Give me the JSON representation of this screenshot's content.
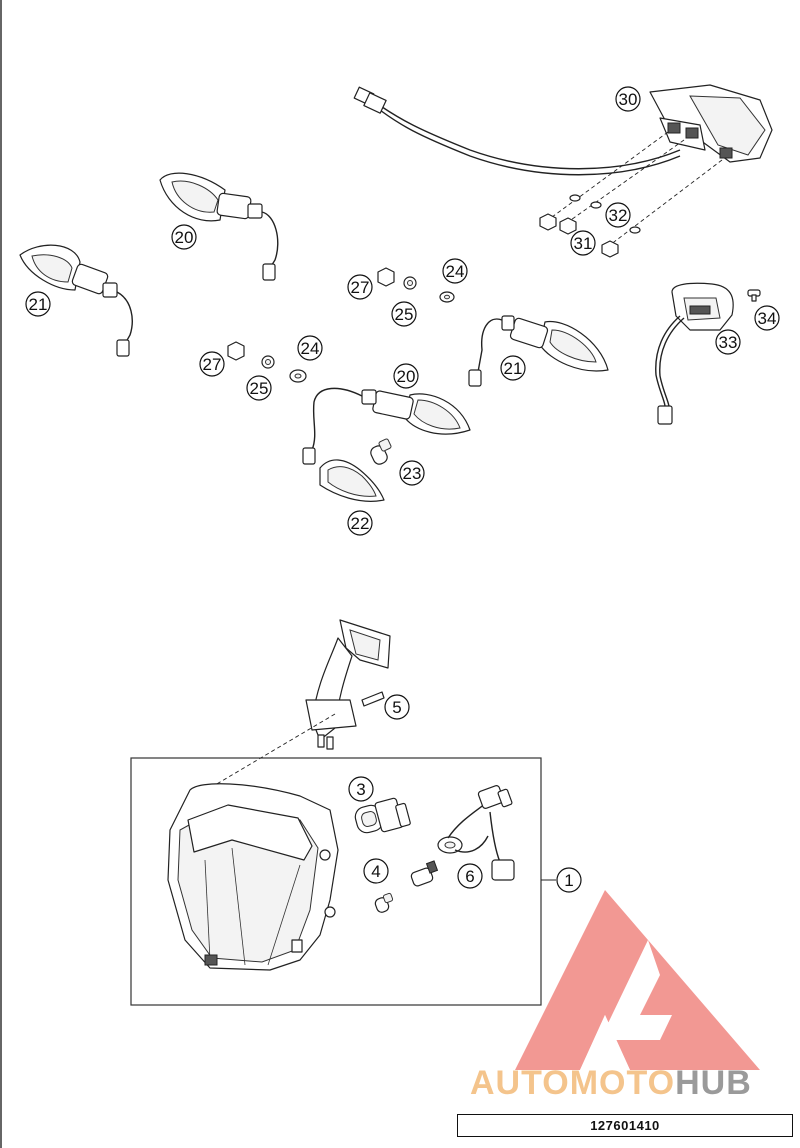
{
  "diagram": {
    "part_number_code": "127601410",
    "watermark": {
      "part1": "AUTO",
      "part2": "MOTO",
      "part3": "HUB",
      "colors": {
        "logo_red": "#e8453c",
        "text_orange": "#f4c48c",
        "text_gray": "#9a9a9a"
      }
    },
    "callouts": {
      "c30": "30",
      "c32": "32",
      "c31": "31",
      "c20a": "20",
      "c21a": "21",
      "c27a": "27",
      "c25a": "25",
      "c24a": "24",
      "c34": "34",
      "c33": "33",
      "c27b": "27",
      "c25b": "25",
      "c24b": "24",
      "c20b": "20",
      "c21b": "21",
      "c23": "23",
      "c22": "22",
      "c5": "5",
      "c3": "3",
      "c4": "4",
      "c6": "6",
      "c1": "1"
    }
  }
}
